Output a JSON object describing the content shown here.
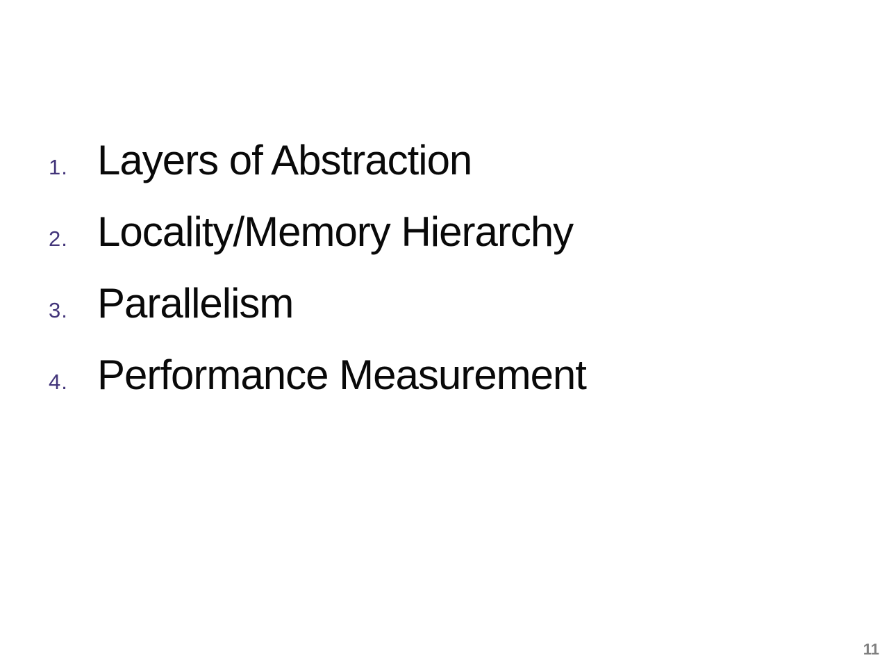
{
  "slide": {
    "items": [
      {
        "number": "1.",
        "label": "Layers of Abstraction"
      },
      {
        "number": "2.",
        "label": "Locality/Memory Hierarchy"
      },
      {
        "number": "3.",
        "label": "Parallelism"
      },
      {
        "number": "4.",
        "label": "Performance Measurement"
      }
    ],
    "page_number": "11",
    "colors": {
      "background": "#ffffff",
      "number_accent": "#43357a",
      "text": "#090909",
      "page_number": "#7f7f7f"
    }
  }
}
